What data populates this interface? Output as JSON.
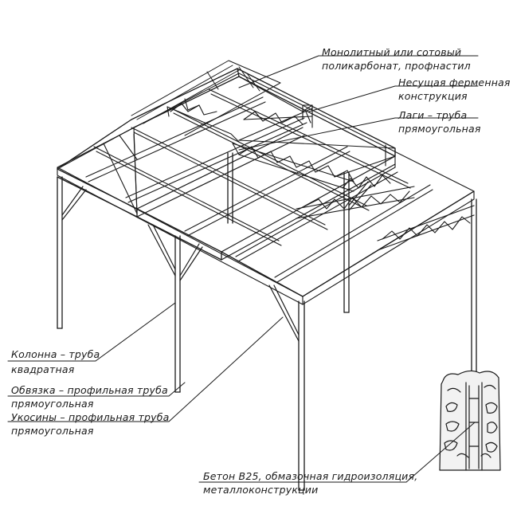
{
  "labels": {
    "roofing_line1": "Монолитный или сотовый",
    "roofing_line2": "поликарбонат, профнастил",
    "truss_line1": "Несущая ферменная",
    "truss_line2": "конструкция",
    "purlin_line1": "Лаги – труба",
    "purlin_line2": "прямоугольная",
    "column_line1": "Колонна – труба",
    "column_line2": "квадратная",
    "strapping_line1": "Обвязка – профильная труба",
    "strapping_line2": "прямоугольная",
    "brace_line1": "Укосины – профильная труба",
    "brace_line2": "прямоугольная",
    "foundation_line1": "Бетон В25, обмазочная гидроизоляция,",
    "foundation_line2": "металлоконструкции"
  },
  "colors": {
    "line": "#1a1a1a",
    "background": "#ffffff",
    "concrete": "#f2f2f2"
  }
}
